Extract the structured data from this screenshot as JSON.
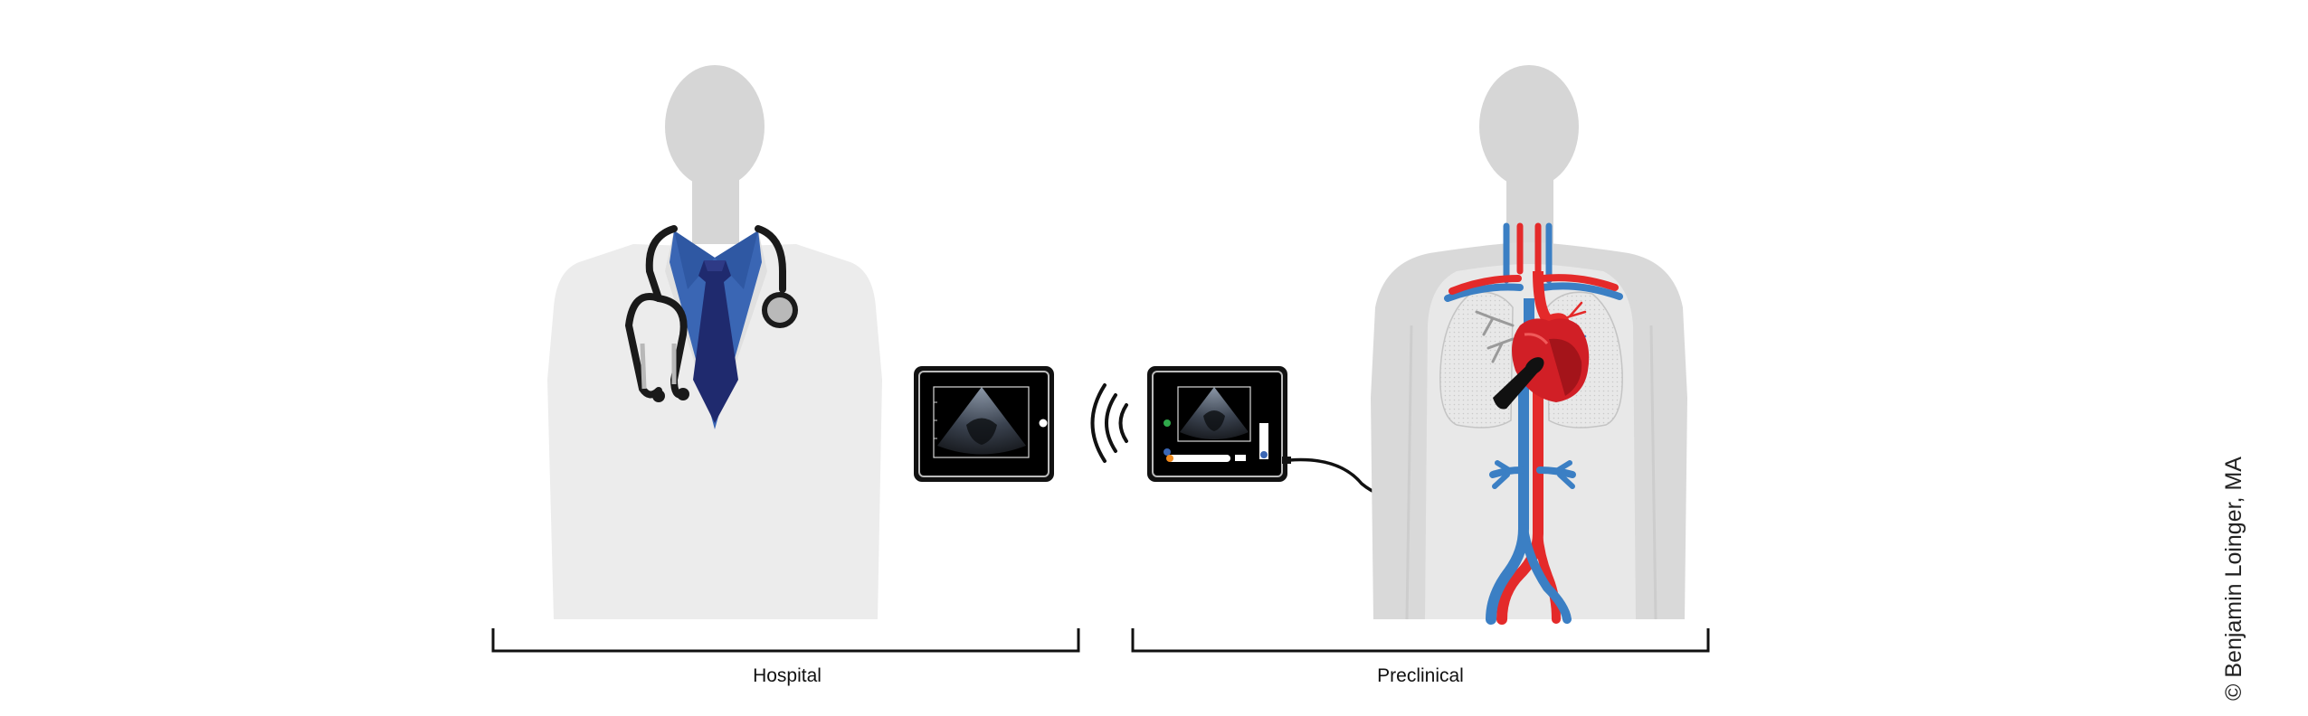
{
  "labels": {
    "hospital": "Hospital",
    "preclinical": "Preclinical"
  },
  "copyright": "© Benjamin Loinger, MA",
  "icons": [
    "doctor-figure-icon",
    "stethoscope-icon",
    "tablet-icon",
    "ultrasound-scan-icon",
    "wireless-signal-icon",
    "ultrasound-probe-icon",
    "patient-figure-icon",
    "heart-icon",
    "vessels-icon",
    "lungs-icon"
  ],
  "colors": {
    "figure": "#d9d9d9",
    "coat": "#eeeeee",
    "shirt": "#3a66b4",
    "tie": "#1f2a6e",
    "artery": "#e42a2a",
    "vein": "#3b7fc4",
    "device": "#111111"
  }
}
